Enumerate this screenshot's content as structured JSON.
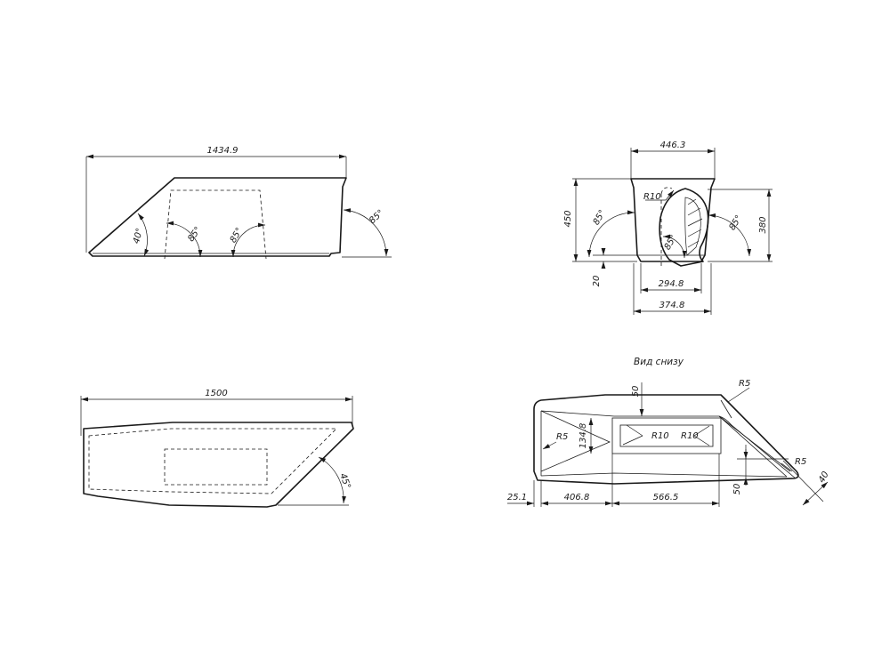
{
  "views": {
    "front": {
      "length": "1434.9",
      "angle_left": "40°",
      "angle_inner_left": "85°",
      "angle_inner_right": "85°",
      "angle_right": "85°"
    },
    "side": {
      "top_width": "446.3",
      "height_total": "450",
      "height_inner": "380",
      "offset": "20",
      "bottom_inner": "294.8",
      "bottom_outer": "374.8",
      "radius": "R10",
      "angle_left": "85°",
      "angle_inner": "85°",
      "angle_right": "85°"
    },
    "top": {
      "length": "1500",
      "angle": "45°"
    },
    "bottom": {
      "caption": "Вид снизу",
      "r5_top": "R5",
      "r5_left": "R5",
      "r5_right": "R5",
      "r10_a": "R10",
      "r10_b": "R10",
      "dim_50_top": "50",
      "dim_50_right": "50",
      "dim_134": "134.8",
      "dim_40": "40",
      "dim_25": "25.1",
      "dim_406": "406.8",
      "dim_566": "566.5"
    }
  }
}
